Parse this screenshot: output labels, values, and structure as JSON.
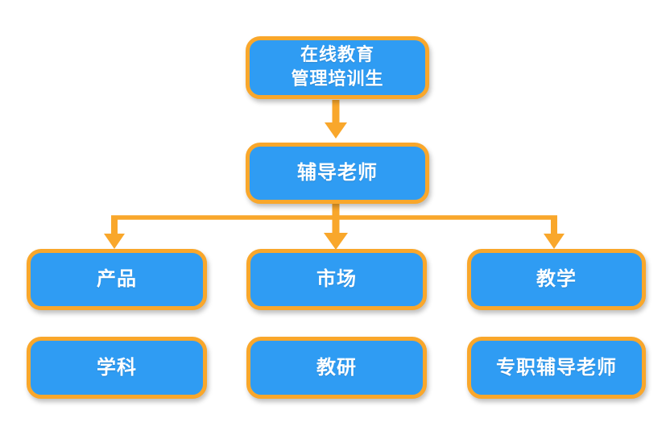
{
  "colors": {
    "background": "#FFFFFF",
    "box_fill": "#2F9CF3",
    "box_border": "#F9A72B",
    "connector": "#F9A72B",
    "text": "#FFFFFF"
  },
  "org_chart": {
    "root": {
      "line1": "在线教育",
      "line2": "管理培训生"
    },
    "level2": {
      "label": "辅导老师"
    },
    "level3": [
      {
        "label": "产品"
      },
      {
        "label": "市场"
      },
      {
        "label": "教学"
      }
    ],
    "level4": [
      {
        "label": "学科"
      },
      {
        "label": "教研"
      },
      {
        "label": "专职辅导老师"
      }
    ]
  }
}
